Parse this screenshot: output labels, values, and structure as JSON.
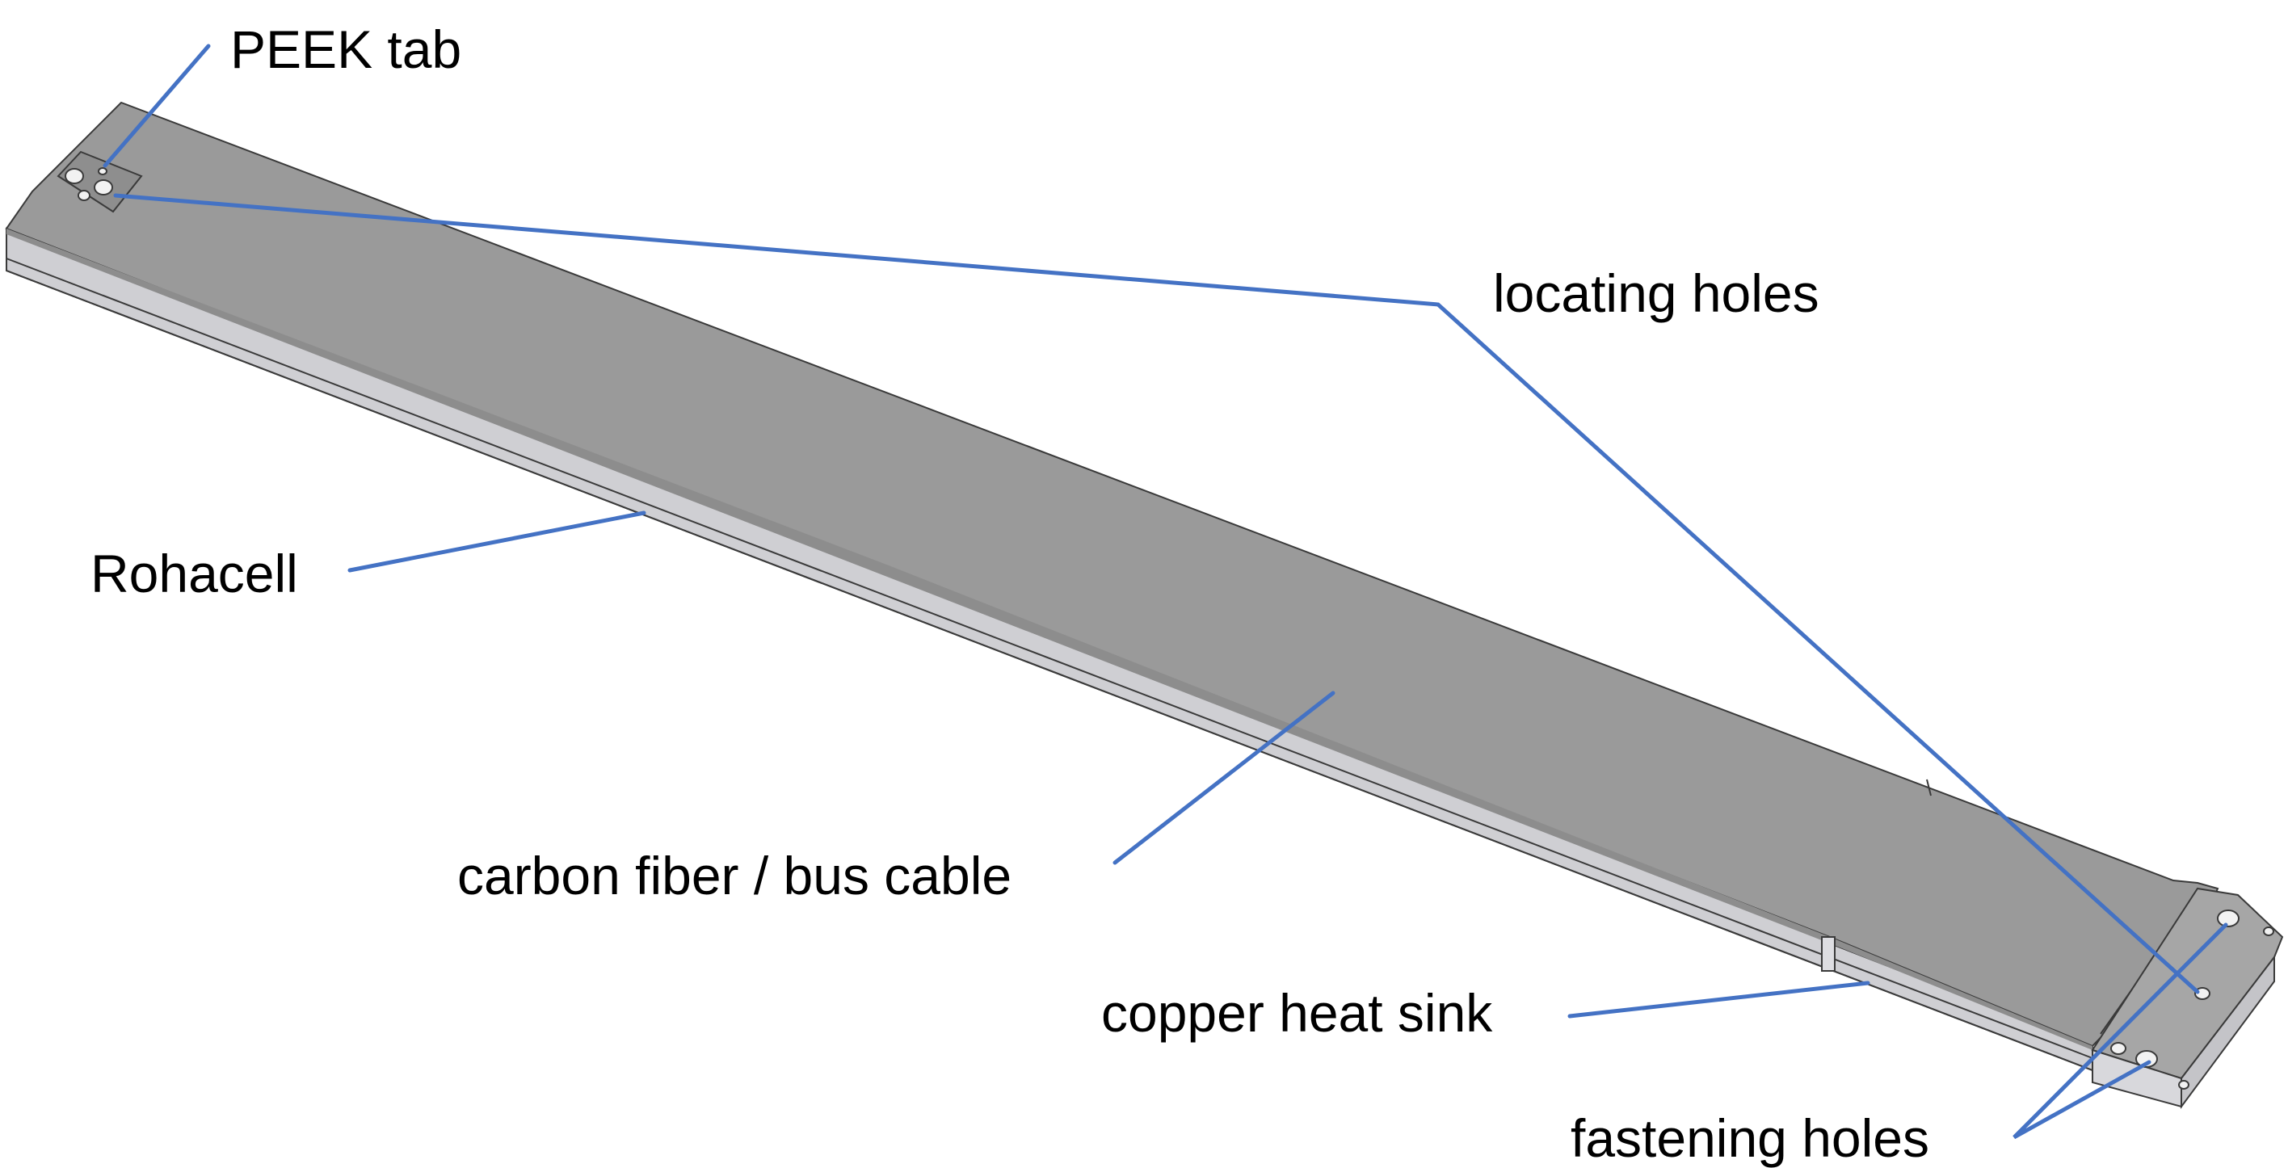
{
  "labels": {
    "peek_tab": "PEEK tab",
    "locating_holes": "locating holes",
    "rohacell": "Rohacell",
    "carbon_fiber": "carbon fiber / bus cable",
    "copper_heat_sink": "copper heat sink",
    "fastening_holes": "fastening holes"
  },
  "colors": {
    "leader": "#4472C4",
    "top_face": "#9a9a9a",
    "side_face": "#cfcfd3",
    "tab_face": "#8e8e8e",
    "hole": "#f2f2f2"
  }
}
